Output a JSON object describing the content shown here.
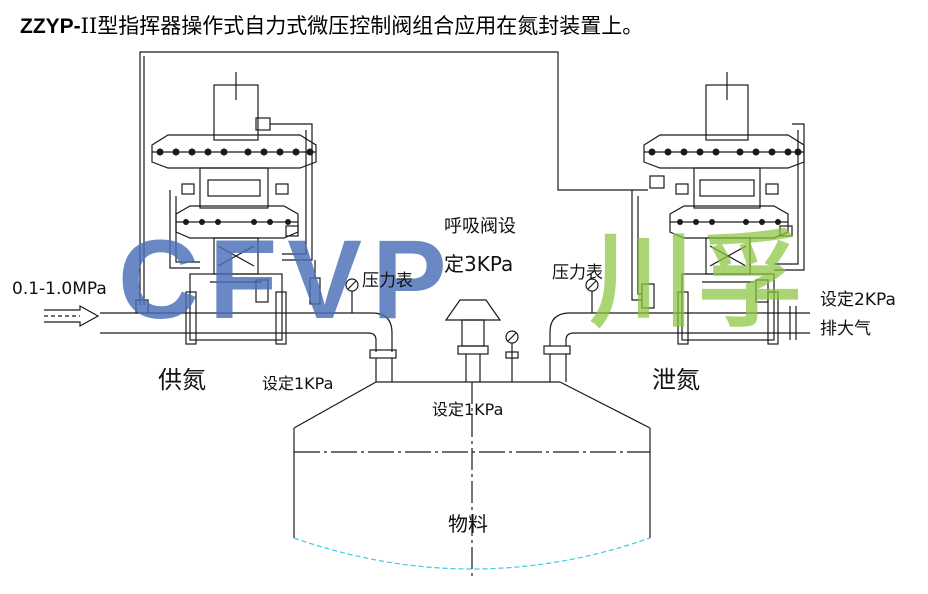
{
  "title": {
    "code": "ZZYP-",
    "text": "II型指挥器操作式自力式微压控制阀组合应用在氮封装置上。"
  },
  "watermark": {
    "latin": "CFVP",
    "chinese": "川孚",
    "latin_color": "#4a6fb8",
    "chinese_color": "#8cc63f"
  },
  "labels": {
    "inlet_pressure": "0.1-1.0MPa",
    "supply_nitrogen": "供氮",
    "vent_nitrogen": "泄氮",
    "set_1kpa_left": "设定1KPa",
    "set_1kpa_tank": "设定1KPa",
    "breather_line1": "呼吸阀设",
    "breather_line2": "定3KPa",
    "gauge_left": "压力表",
    "gauge_right": "压力表",
    "set_2kpa": "设定2KPa",
    "exhaust": "排大气",
    "material": "物料"
  },
  "colors": {
    "line": "#1a1a1a",
    "tank_bottom": "#3cc8e8"
  }
}
